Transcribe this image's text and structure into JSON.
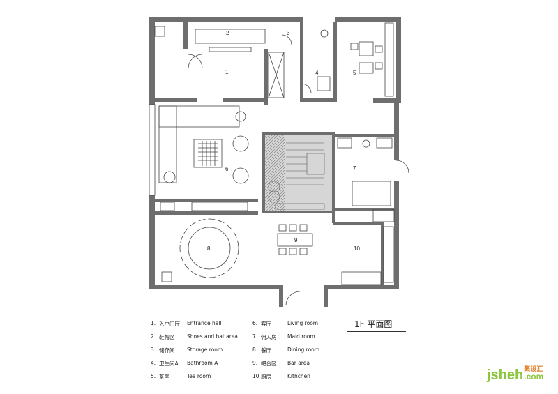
{
  "plan": {
    "title": "1F 平面图",
    "room_numbers": [
      "1",
      "2",
      "3",
      "4",
      "5",
      "6",
      "7",
      "8",
      "9",
      "10"
    ]
  },
  "legend": [
    {
      "no": "1.",
      "zh": "入户门厅",
      "en": "Entrance hall"
    },
    {
      "no": "2.",
      "zh": "鞋帽区",
      "en": "Shoes and hat area"
    },
    {
      "no": "3.",
      "zh": "储存间",
      "en": "Storage room"
    },
    {
      "no": "4.",
      "zh": "卫生间A",
      "en": "Bathroom A"
    },
    {
      "no": "5.",
      "zh": "茶室",
      "en": "Tea room"
    },
    {
      "no": "6.",
      "zh": "客厅",
      "en": "Living room"
    },
    {
      "no": "7.",
      "zh": "佣人房",
      "en": "Maid room"
    },
    {
      "no": "8.",
      "zh": "餐厅",
      "en": "Dining room"
    },
    {
      "no": "9.",
      "zh": "吧台区",
      "en": "Bar area"
    },
    {
      "no": "10",
      "zh": "厨房",
      "en": "Kithchen"
    }
  ],
  "watermark": {
    "brand": "jsheh",
    "domain": ".com",
    "zh": "聚设汇"
  },
  "colors": {
    "wall": "#6e6e6e",
    "line": "#444444",
    "watermark": "#8cc63f"
  }
}
